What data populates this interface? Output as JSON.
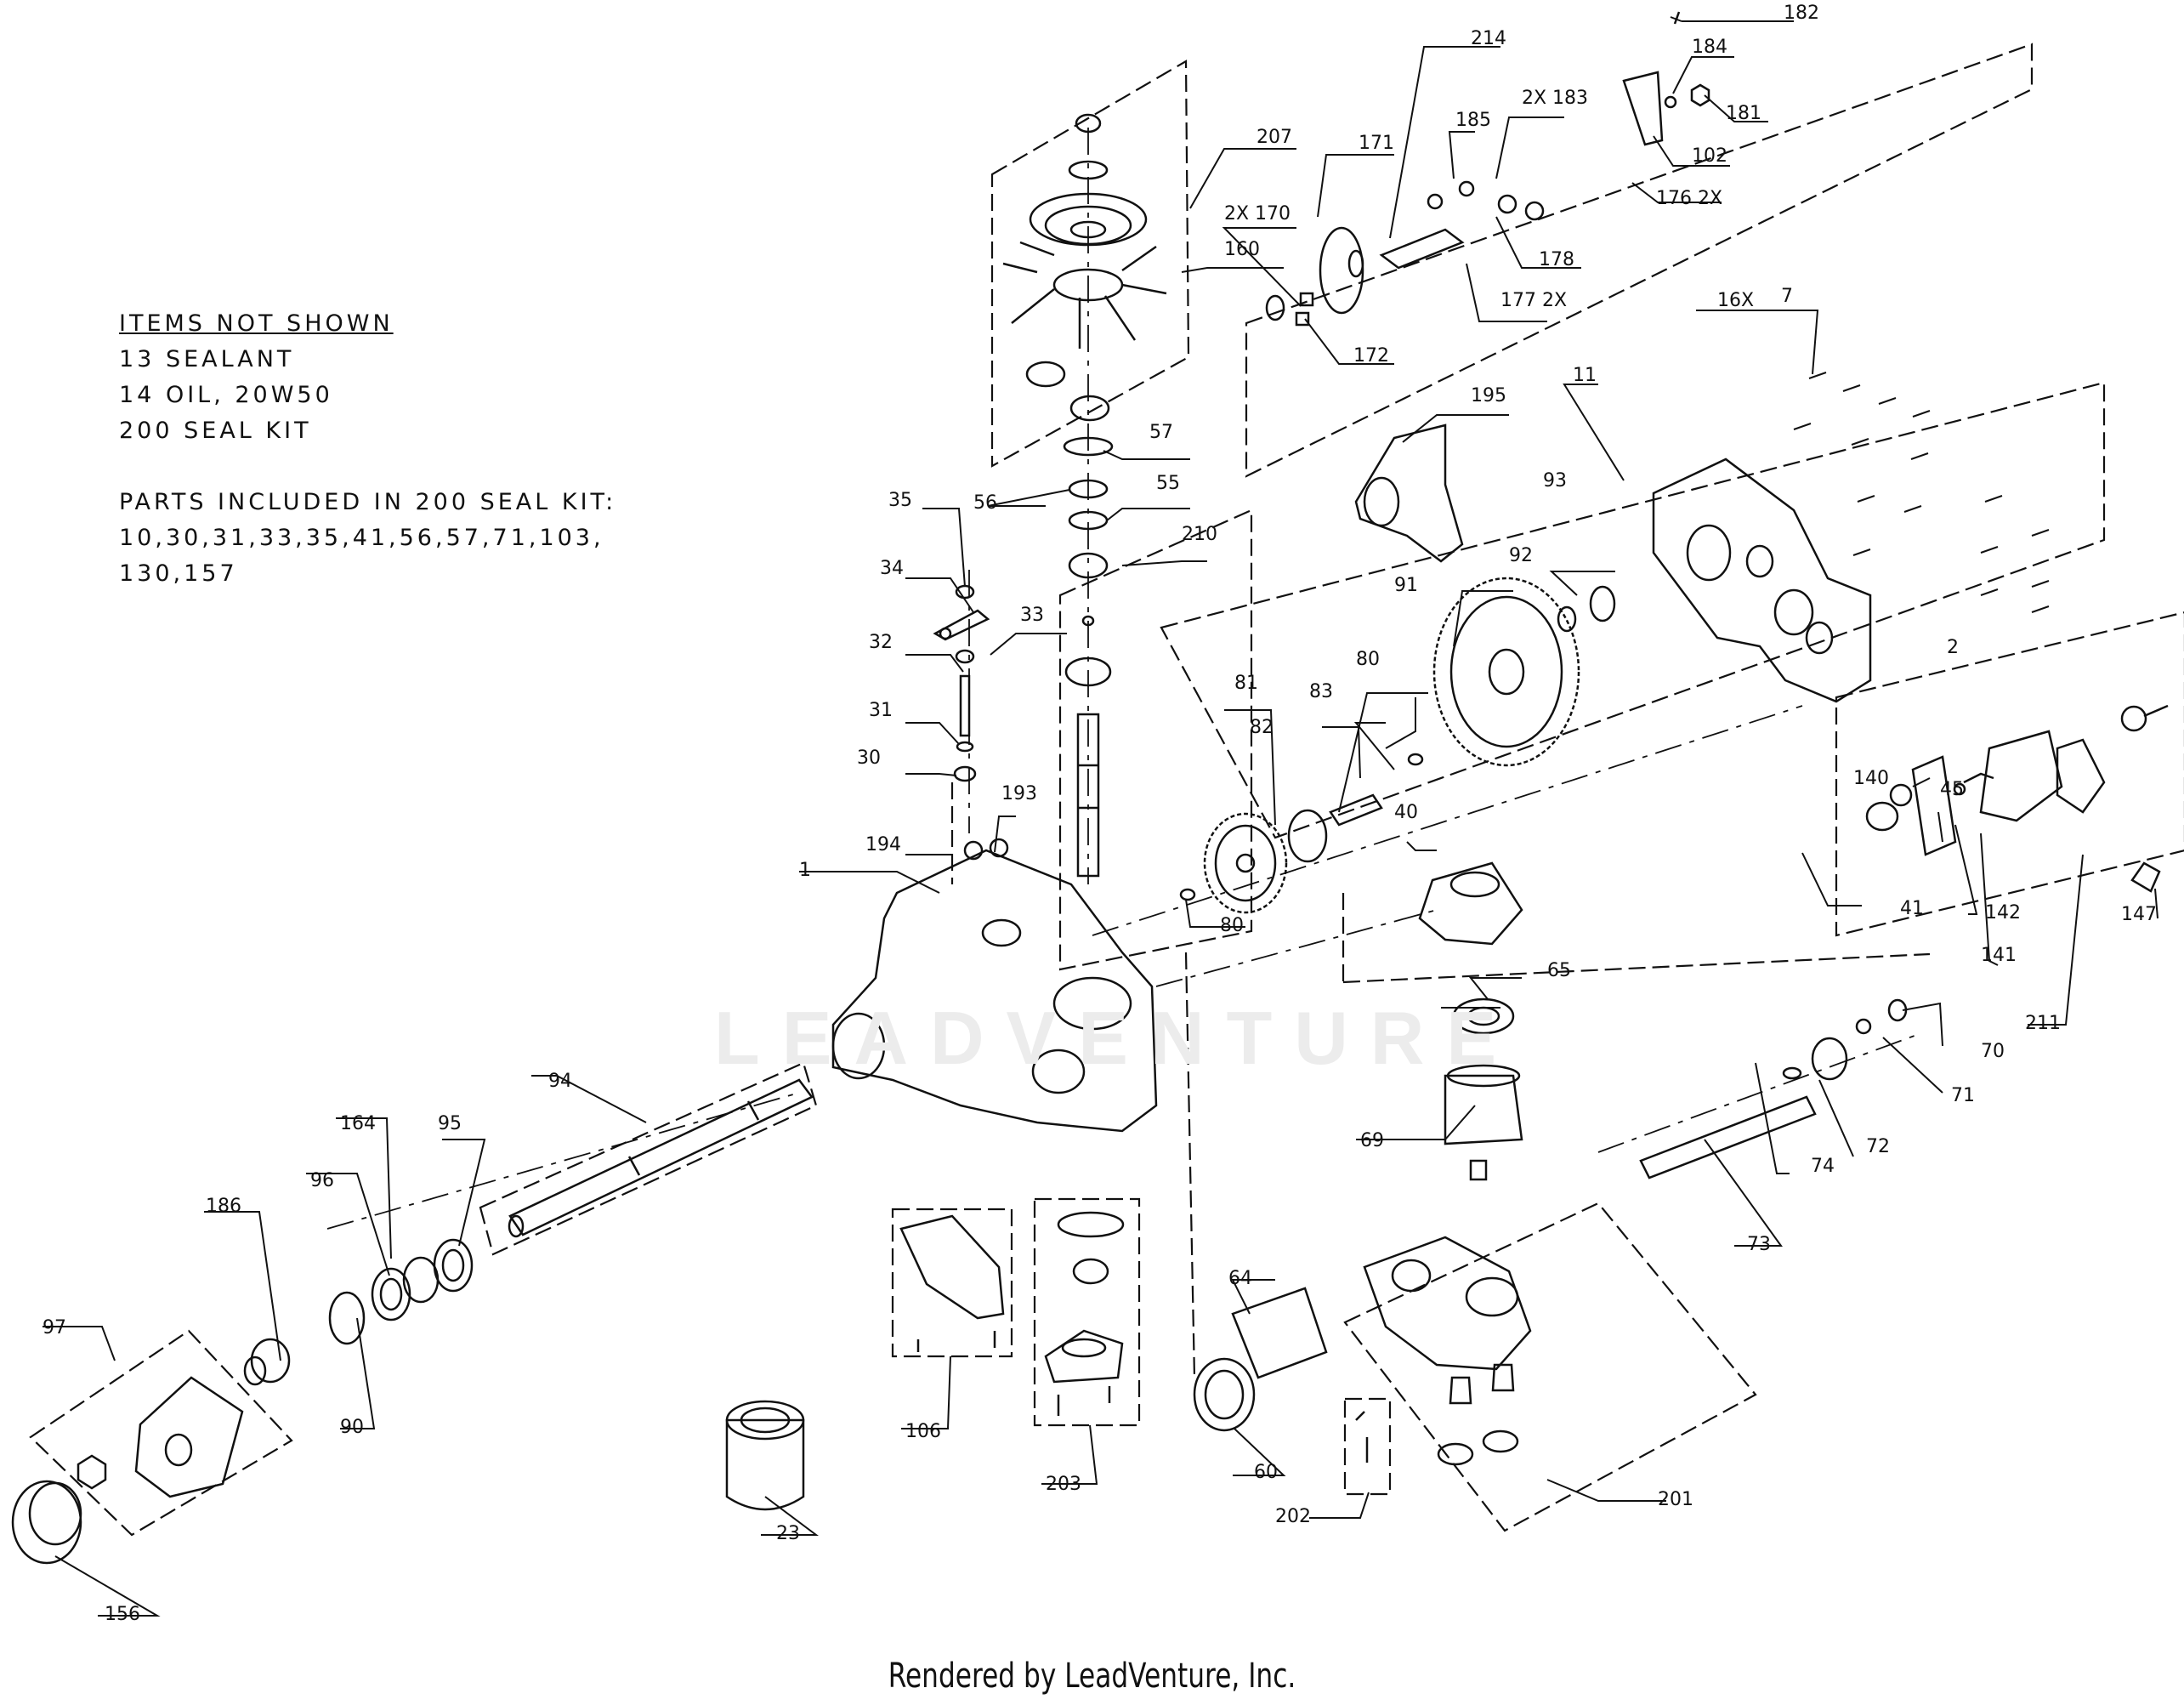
{
  "diagram": {
    "watermark": "LEADVENTURE",
    "notes": {
      "not_shown_header": "ITEMS NOT SHOWN",
      "not_shown": [
        "13 SEALANT",
        "14 OIL, 20W50",
        "200 SEAL KIT"
      ],
      "seal_kit_header": "PARTS INCLUDED IN 200 SEAL KIT:",
      "seal_kit_lines": [
        "10,30,31,33,35,41,56,57,71,103,",
        "130,157"
      ]
    },
    "callouts": [
      "182",
      "184",
      "181",
      "214",
      "2X 183",
      "185",
      "102",
      "171",
      "207",
      "176 2X",
      "2X 170",
      "160",
      "178",
      "177 2X",
      "172",
      "16X",
      "7",
      "11",
      "195",
      "57",
      "56",
      "55",
      "35",
      "93",
      "92",
      "34",
      "210",
      "33",
      "91",
      "2",
      "32",
      "80",
      "81",
      "83",
      "31",
      "82",
      "30",
      "40",
      "45",
      "140",
      "193",
      "194",
      "1",
      "80",
      "65",
      "41",
      "142",
      "147",
      "141",
      "211",
      "94",
      "70",
      "164",
      "95",
      "71",
      "96",
      "69",
      "74",
      "72",
      "186",
      "73",
      "97",
      "64",
      "90",
      "106",
      "60",
      "203",
      "201",
      "202",
      "23",
      "156"
    ],
    "footer": "Rendered by LeadVenture, Inc."
  }
}
